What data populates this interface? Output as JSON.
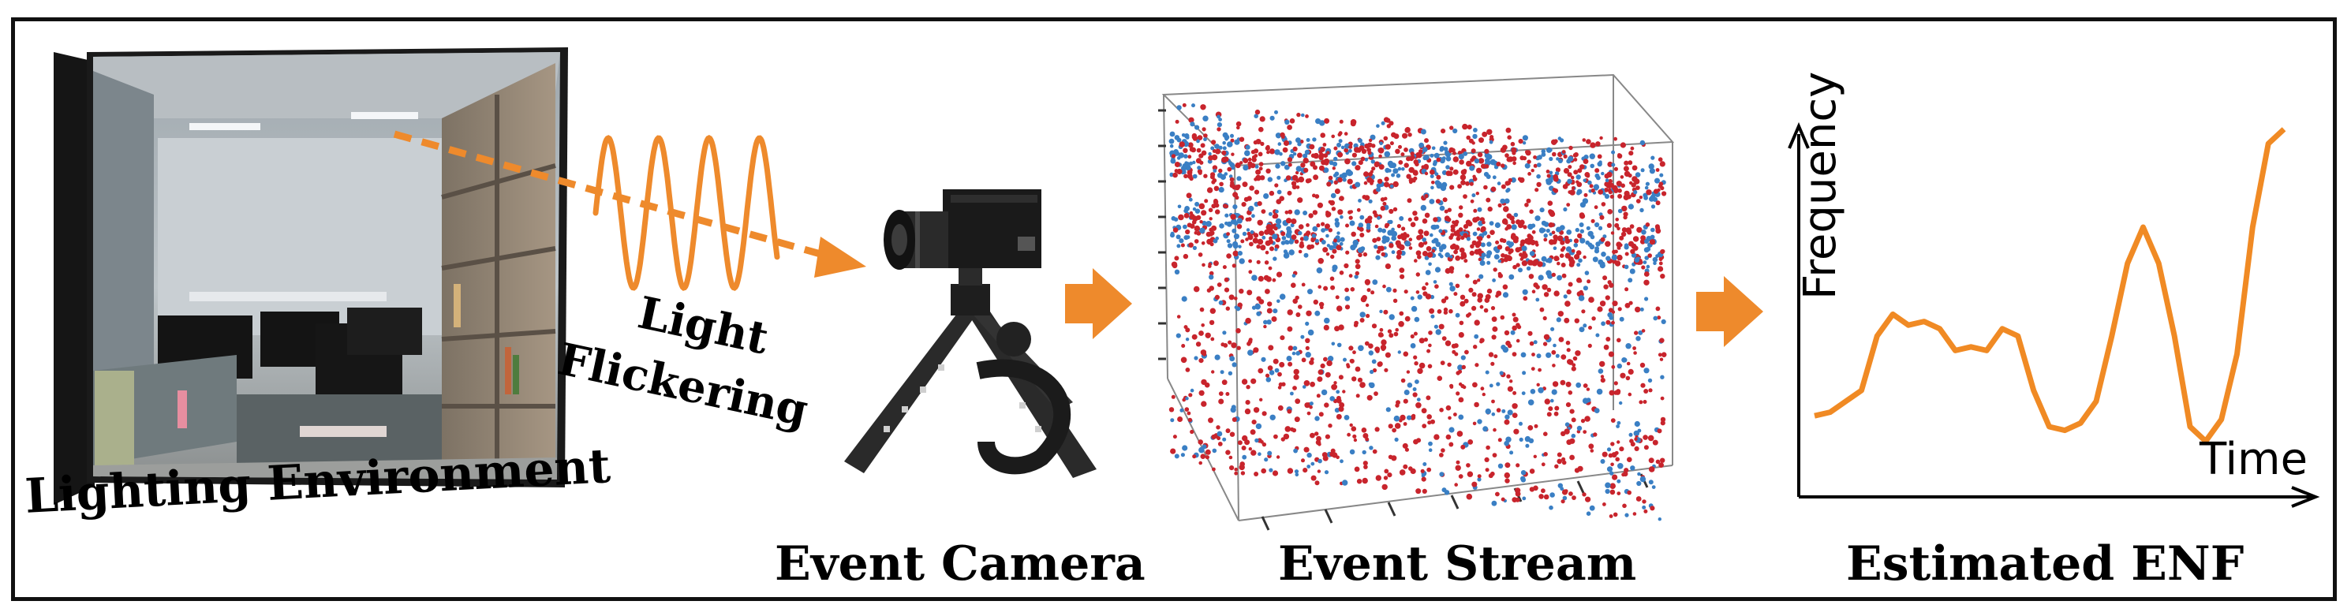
{
  "labels": {
    "lighting_environment": "Lighting Environment",
    "light": "Light",
    "flickering": "Flickering",
    "event_camera": "Event Camera",
    "event_stream": "Event Stream",
    "estimated_enf": "Estimated ENF"
  },
  "chart_data": {
    "type": "line",
    "xlabel": "Time",
    "ylabel": "Frequency",
    "ticks": "none",
    "series": [
      {
        "values": [
          0.18,
          0.19,
          0.22,
          0.25,
          0.4,
          0.46,
          0.43,
          0.44,
          0.42,
          0.36,
          0.37,
          0.36,
          0.42,
          0.4,
          0.25,
          0.15,
          0.14,
          0.16,
          0.22,
          0.4,
          0.6,
          0.7,
          0.6,
          0.4,
          0.15,
          0.11,
          0.17,
          0.35,
          0.7,
          0.93,
          0.97
        ],
        "color": "#f08a24"
      }
    ],
    "grid": false
  },
  "colors": {
    "accent_orange": "#ee8a2c",
    "event_red": "#c8242c",
    "event_blue": "#3a7fc4",
    "frame": "#111111"
  }
}
